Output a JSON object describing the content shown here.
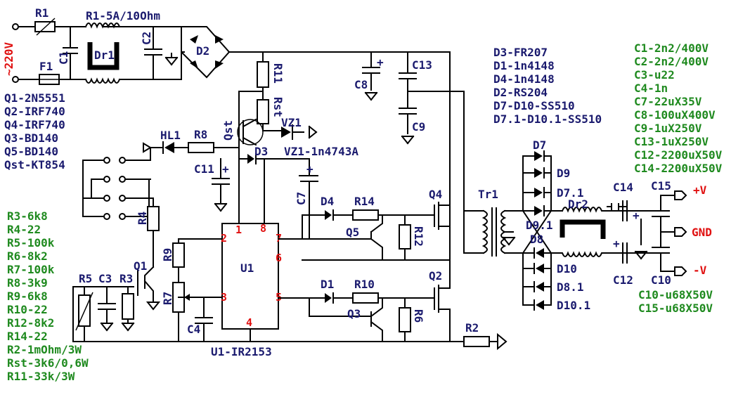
{
  "colors": {
    "wire": "#000000",
    "label": "#1a1a6e",
    "values": "#1f8a1f",
    "accent": "#e01010"
  },
  "input": {
    "voltage": "~220V",
    "r1": "R1",
    "f1": "F1",
    "c1": "C1",
    "r1_spec": "R1-5A/10Ohm",
    "dr1": "Dr1",
    "c2": "C2",
    "d2": "D2"
  },
  "transistors": [
    "Q1-2N5551",
    "Q2-IRF740",
    "Q4-IRF740",
    "Q3-BD140",
    "Q5-BD140",
    "Qst-KT854"
  ],
  "resistors": [
    "R3-6k8",
    "R4-22",
    "R5-100k",
    "R6-8k2",
    "R7-100k",
    "R8-3k9",
    "R9-6k8",
    "R10-22",
    "R12-8k2",
    "R14-22",
    "R2-1mOhm/3W",
    "Rst-3k6/0,6W",
    "R11-33k/3W"
  ],
  "diodes": [
    "D3-FR207",
    "D1-1n4148",
    "D4-1n4148",
    "D2-RS204",
    "D7-D10-SS510",
    "D7.1-D10.1-SS510"
  ],
  "capacitors_a": [
    "C1-2n2/400V",
    "C2-2n2/400V",
    "C3-u22",
    "C4-1n",
    "C7-22uX35V",
    "C8-100uX400V",
    "C9-1uX250V",
    "C13-1uX250V",
    "C12-2200uX50V",
    "C14-2200uX50V"
  ],
  "capacitors_b": [
    "C10-u68X50V",
    "C15-u68X50V"
  ],
  "chip": {
    "name": "U1",
    "part": "U1-IR2153",
    "pin1": "1",
    "pin2": "2",
    "pin3": "3",
    "pin4": "4",
    "pin5": "5",
    "pin6": "6",
    "pin7": "7",
    "pin8": "8"
  },
  "parts": {
    "r11": "R11",
    "rst": "Rst",
    "qst": "Qst",
    "vz1": "VZ1",
    "vz1_spec": "VZ1-1n4743A",
    "hl1": "HL1",
    "r8": "R8",
    "d3": "D3",
    "c11": "C11",
    "c7": "C7",
    "c8": "C8",
    "c13": "C13",
    "c9": "C9",
    "r4": "R4",
    "r9": "R9",
    "r7": "R7",
    "q1": "Q1",
    "r5": "R5",
    "c3": "C3",
    "r3": "R3",
    "c4": "C4",
    "d4": "D4",
    "r14": "R14",
    "q5": "Q5",
    "r12": "R12",
    "q4": "Q4",
    "d1": "D1",
    "r10": "R10",
    "q3": "Q3",
    "r6": "R6",
    "q2": "Q2",
    "r2": "R2",
    "tr1": "Tr1"
  },
  "output": {
    "d7": "D7",
    "d9": "D9",
    "d71": "D7.1",
    "d91": "D9.1",
    "d8": "D8",
    "d10": "D10",
    "d81": "D8.1",
    "d101": "D10.1",
    "c14": "C14",
    "c15": "C15",
    "dr2": "Dr2",
    "c12": "C12",
    "c10": "C10",
    "plus": "+V",
    "gnd": "GND",
    "minus": "-V"
  }
}
